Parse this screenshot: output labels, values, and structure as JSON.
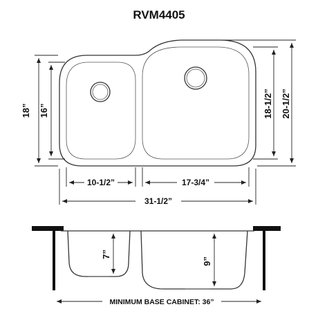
{
  "title": "RVM4405",
  "dimensions": {
    "overall_height": "18”",
    "left_bowl_height": "16”",
    "right_bowl_height": "18-1/2”",
    "right_overall_height": "20-1/2”",
    "left_bowl_width": "10-1/2”",
    "right_bowl_width": "17-3/4”",
    "overall_width": "31-1/2”",
    "left_bowl_depth": "7”",
    "right_bowl_depth": "9”",
    "cabinet": "MINIMUM BASE CABINET: 36”"
  },
  "colors": {
    "line": "#333333",
    "text": "#111111",
    "cabinet": "#111111"
  }
}
